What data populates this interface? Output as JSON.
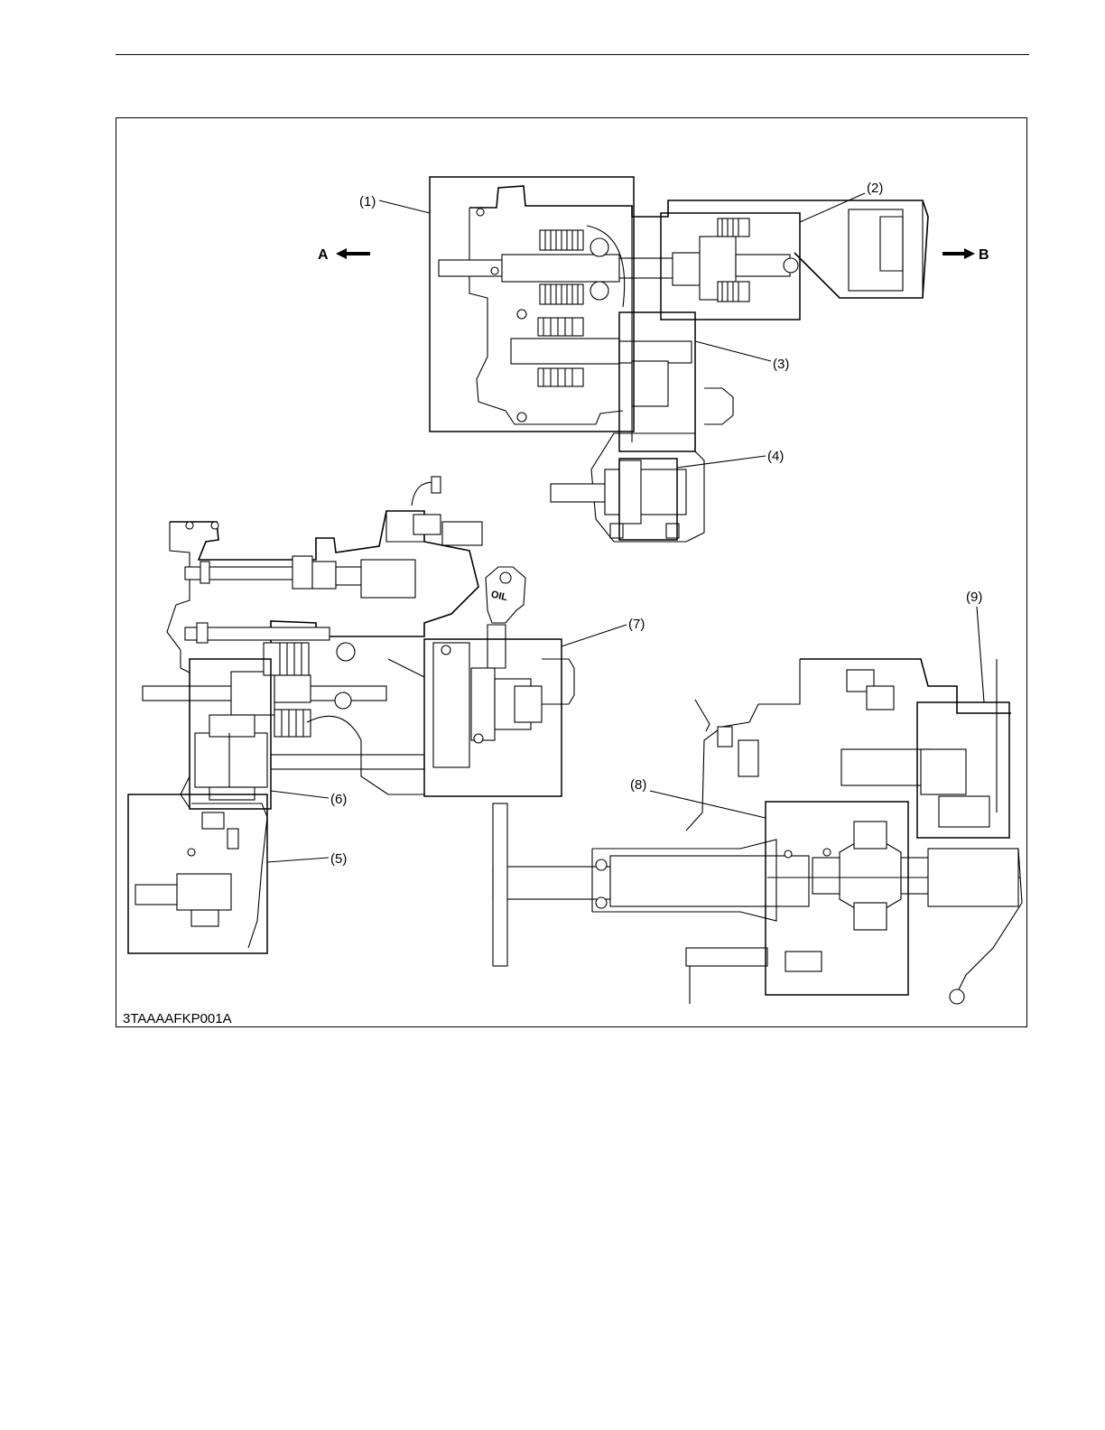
{
  "figure": {
    "id": "3TAAAAFKP001A",
    "direction_a": "A",
    "direction_b": "B",
    "callouts": [
      {
        "key": "c1",
        "label": "(1)"
      },
      {
        "key": "c2",
        "label": "(2)"
      },
      {
        "key": "c3",
        "label": "(3)"
      },
      {
        "key": "c4",
        "label": "(4)"
      },
      {
        "key": "c5",
        "label": "(5)"
      },
      {
        "key": "c6",
        "label": "(6)"
      },
      {
        "key": "c7",
        "label": "(7)"
      },
      {
        "key": "c8",
        "label": "(8)"
      },
      {
        "key": "c9",
        "label": "(9)"
      }
    ],
    "oil_label": "OIL"
  }
}
